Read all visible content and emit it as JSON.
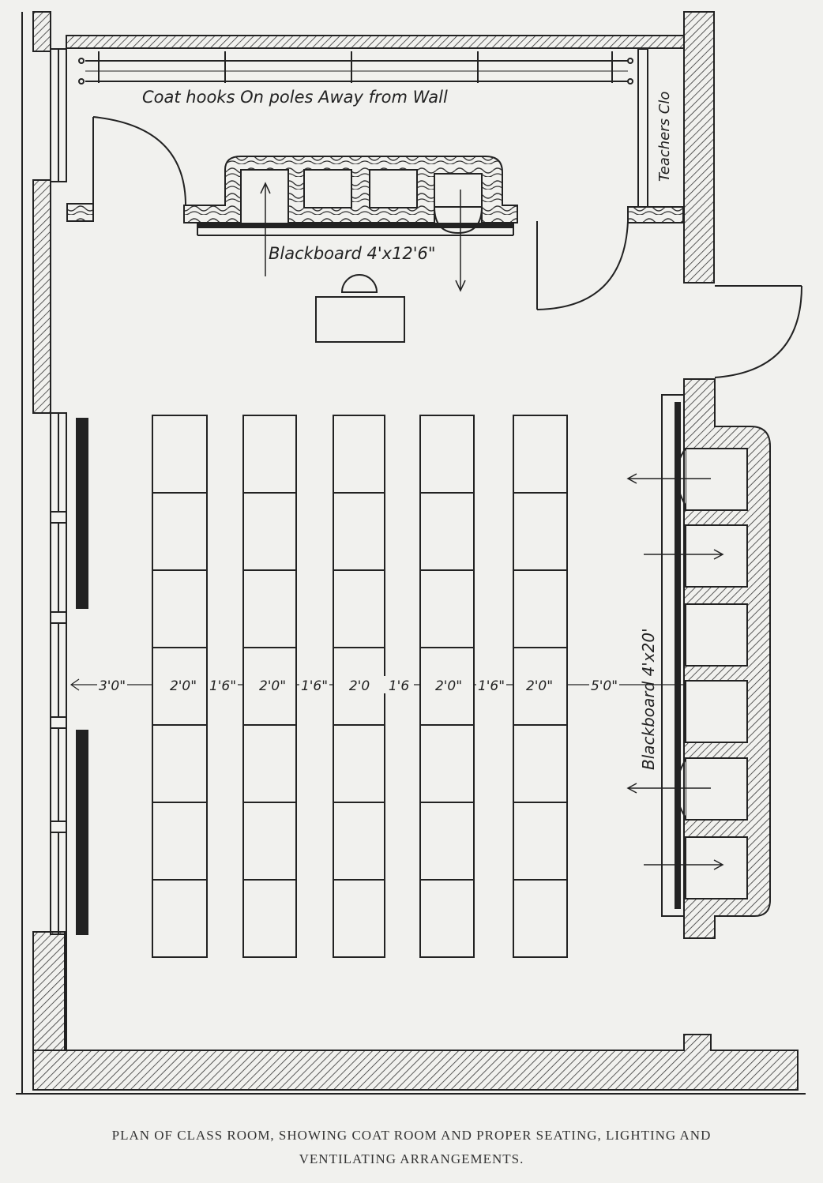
{
  "labels": {
    "coat_hooks": "Coat hooks On poles Away from Wall",
    "teachers_closet": "Teachers Clo",
    "front_blackboard": "Blackboard 4'x12'6\"",
    "side_blackboard": "Blackboard 4'x20'"
  },
  "dimensions": [
    "3'0\"",
    "2'0\"",
    "1'6\"",
    "2'0\"",
    "1'6\"",
    "2'0",
    "1'6",
    "2'0\"",
    "1'6\"",
    "2'0\"",
    "5'0\""
  ],
  "desks": {
    "columns": 5,
    "rows": 7
  },
  "caption": {
    "line1": "PLAN OF CLASS ROOM, SHOWING COAT ROOM AND PROPER SEATING, LIGHTING AND",
    "line2": "VENTILATING ARRANGEMENTS."
  }
}
